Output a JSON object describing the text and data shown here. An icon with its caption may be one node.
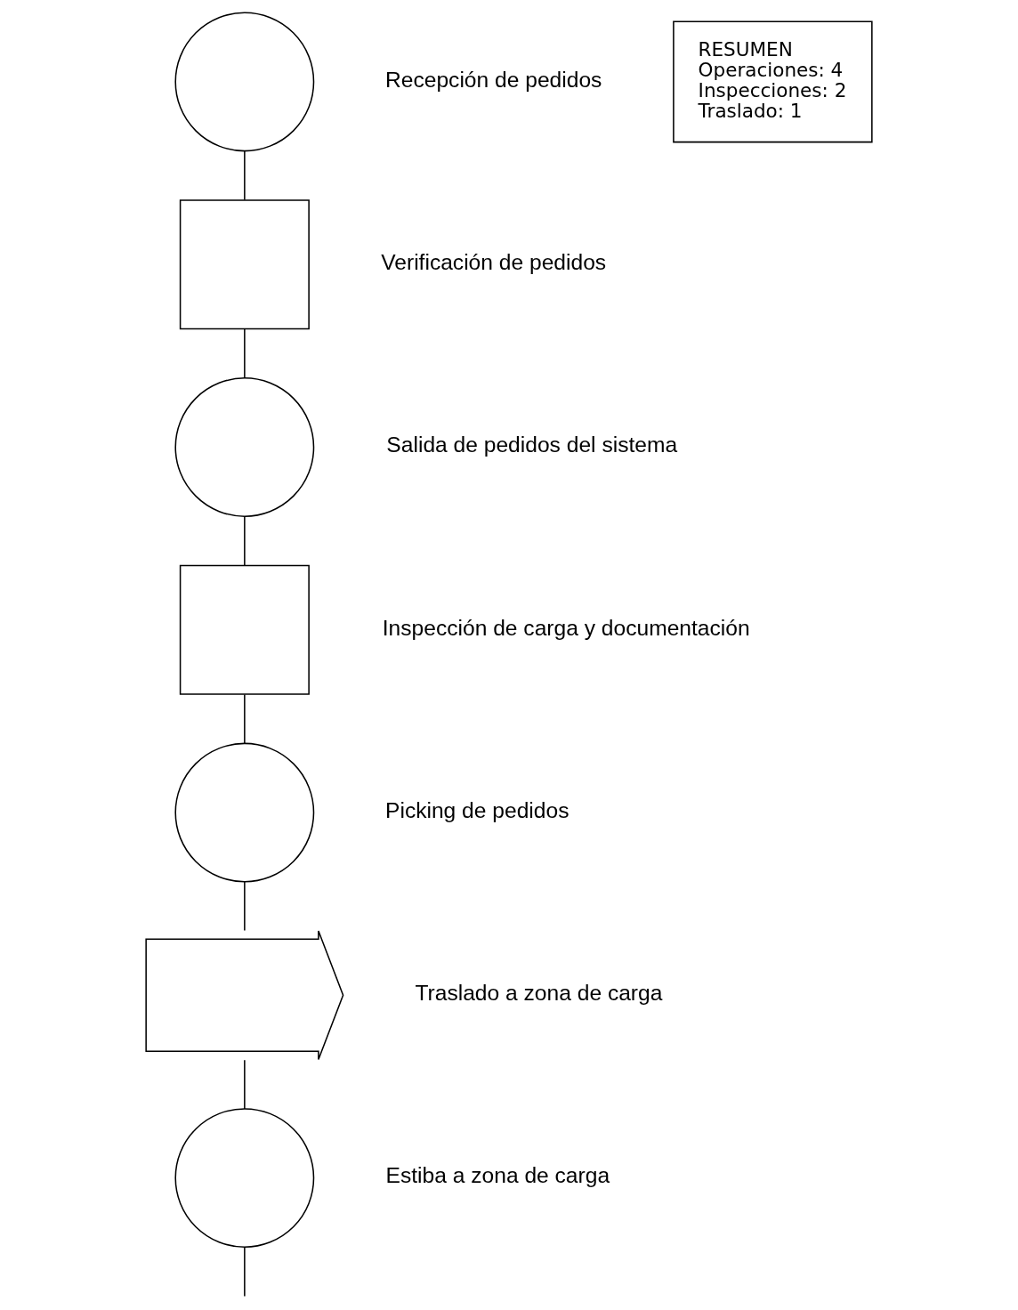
{
  "diagram": {
    "nodes": [
      {
        "text": [],
        "shape": "circle",
        "beside": [
          "Recepción de pedidos"
        ]
      },
      {
        "text": [],
        "shape": "box",
        "beside": [
          "Verificación de pedidos"
        ]
      },
      {
        "text": [],
        "shape": "circle",
        "beside": [
          "Salida de pedidos del sistema"
        ]
      },
      {
        "text": [],
        "shape": "box",
        "beside": [
          "Inspección de carga y documentación"
        ]
      },
      {
        "text": [],
        "shape": "circle",
        "beside": [
          "Picking de pedidos"
        ]
      },
      {
        "text": [],
        "shape": "arrow",
        "beside": [
          "Traslado a zona de carga"
        ]
      },
      {
        "text": [],
        "shape": "circle",
        "beside": [
          "Estiba a zona de carga"
        ]
      },
      {
        "text": [
          "RESUMEN",
          "Operaciones: 4",
          "Inspecciones: 2",
          "Traslado: 1"
        ]
      }
    ],
    "edges": [
      {
        "from": 0,
        "to": 1,
        "arrow": "none"
      },
      {
        "from": 1,
        "to": 2,
        "arrow": "none"
      },
      {
        "from": 2,
        "to": 3,
        "arrow": "none"
      },
      {
        "from": 3,
        "to": 4,
        "arrow": "none"
      },
      {
        "from": 4,
        "to": 5,
        "arrow": "none"
      },
      {
        "from": 5,
        "to": 6,
        "arrow": "none"
      },
      {
        "from": 6,
        "to": null,
        "arrow": "none"
      }
    ]
  }
}
